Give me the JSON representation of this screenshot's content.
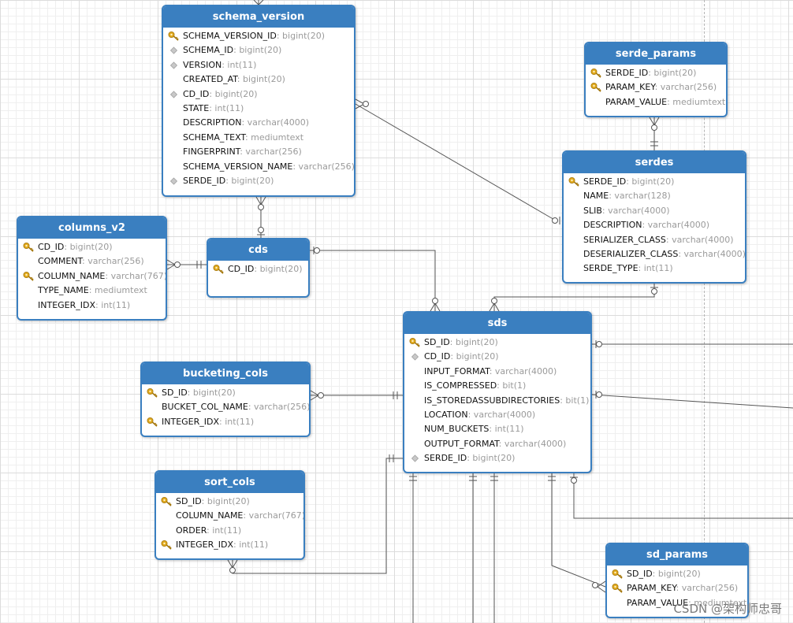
{
  "entities": [
    {
      "id": "schema_version",
      "title": "schema_version",
      "fields": [
        {
          "name": "SCHEMA_VERSION_ID",
          "type": ": bigint(20)",
          "icon": "key"
        },
        {
          "name": "SCHEMA_ID",
          "type": ": bigint(20)",
          "icon": "fk"
        },
        {
          "name": "VERSION",
          "type": ": int(11)",
          "icon": "fk"
        },
        {
          "name": "CREATED_AT",
          "type": ": bigint(20)",
          "icon": "none"
        },
        {
          "name": "CD_ID",
          "type": ": bigint(20)",
          "icon": "fk"
        },
        {
          "name": "STATE",
          "type": ": int(11)",
          "icon": "none"
        },
        {
          "name": "DESCRIPTION",
          "type": ": varchar(4000)",
          "icon": "none"
        },
        {
          "name": "SCHEMA_TEXT",
          "type": ": mediumtext",
          "icon": "none"
        },
        {
          "name": "FINGERPRINT",
          "type": ": varchar(256)",
          "icon": "none"
        },
        {
          "name": "SCHEMA_VERSION_NAME",
          "type": ": varchar(256)",
          "icon": "none"
        },
        {
          "name": "SERDE_ID",
          "type": ": bigint(20)",
          "icon": "fk"
        }
      ]
    },
    {
      "id": "serde_params",
      "title": "serde_params",
      "fields": [
        {
          "name": "SERDE_ID",
          "type": ": bigint(20)",
          "icon": "key"
        },
        {
          "name": "PARAM_KEY",
          "type": ": varchar(256)",
          "icon": "key"
        },
        {
          "name": "PARAM_VALUE",
          "type": ": mediumtext",
          "icon": "none"
        }
      ]
    },
    {
      "id": "serdes",
      "title": "serdes",
      "fields": [
        {
          "name": "SERDE_ID",
          "type": ": bigint(20)",
          "icon": "key"
        },
        {
          "name": "NAME",
          "type": ": varchar(128)",
          "icon": "none"
        },
        {
          "name": "SLIB",
          "type": ": varchar(4000)",
          "icon": "none"
        },
        {
          "name": "DESCRIPTION",
          "type": ": varchar(4000)",
          "icon": "none"
        },
        {
          "name": "SERIALIZER_CLASS",
          "type": ": varchar(4000)",
          "icon": "none"
        },
        {
          "name": "DESERIALIZER_CLASS",
          "type": ": varchar(4000)",
          "icon": "none"
        },
        {
          "name": "SERDE_TYPE",
          "type": ": int(11)",
          "icon": "none"
        }
      ]
    },
    {
      "id": "columns_v2",
      "title": "columns_v2",
      "fields": [
        {
          "name": "CD_ID",
          "type": ": bigint(20)",
          "icon": "key"
        },
        {
          "name": "COMMENT",
          "type": ": varchar(256)",
          "icon": "none"
        },
        {
          "name": "COLUMN_NAME",
          "type": ": varchar(767)",
          "icon": "key"
        },
        {
          "name": "TYPE_NAME",
          "type": ": mediumtext",
          "icon": "none"
        },
        {
          "name": "INTEGER_IDX",
          "type": ": int(11)",
          "icon": "none"
        }
      ]
    },
    {
      "id": "cds",
      "title": "cds",
      "fields": [
        {
          "name": "CD_ID",
          "type": ": bigint(20)",
          "icon": "key"
        }
      ]
    },
    {
      "id": "sds",
      "title": "sds",
      "fields": [
        {
          "name": "SD_ID",
          "type": ": bigint(20)",
          "icon": "key"
        },
        {
          "name": "CD_ID",
          "type": ": bigint(20)",
          "icon": "fk"
        },
        {
          "name": "INPUT_FORMAT",
          "type": ": varchar(4000)",
          "icon": "none"
        },
        {
          "name": "IS_COMPRESSED",
          "type": ": bit(1)",
          "icon": "none"
        },
        {
          "name": "IS_STOREDASSUBDIRECTORIES",
          "type": ": bit(1)",
          "icon": "none"
        },
        {
          "name": "LOCATION",
          "type": ": varchar(4000)",
          "icon": "none"
        },
        {
          "name": "NUM_BUCKETS",
          "type": ": int(11)",
          "icon": "none"
        },
        {
          "name": "OUTPUT_FORMAT",
          "type": ": varchar(4000)",
          "icon": "none"
        },
        {
          "name": "SERDE_ID",
          "type": ": bigint(20)",
          "icon": "fk"
        }
      ]
    },
    {
      "id": "bucketing_cols",
      "title": "bucketing_cols",
      "fields": [
        {
          "name": "SD_ID",
          "type": ": bigint(20)",
          "icon": "key"
        },
        {
          "name": "BUCKET_COL_NAME",
          "type": ": varchar(256)",
          "icon": "none"
        },
        {
          "name": "INTEGER_IDX",
          "type": ": int(11)",
          "icon": "key"
        }
      ]
    },
    {
      "id": "sort_cols",
      "title": "sort_cols",
      "fields": [
        {
          "name": "SD_ID",
          "type": ": bigint(20)",
          "icon": "key"
        },
        {
          "name": "COLUMN_NAME",
          "type": ": varchar(767)",
          "icon": "none"
        },
        {
          "name": "ORDER",
          "type": ": int(11)",
          "icon": "none"
        },
        {
          "name": "INTEGER_IDX",
          "type": ": int(11)",
          "icon": "key"
        }
      ]
    },
    {
      "id": "sd_params",
      "title": "sd_params",
      "fields": [
        {
          "name": "SD_ID",
          "type": ": bigint(20)",
          "icon": "key"
        },
        {
          "name": "PARAM_KEY",
          "type": ": varchar(256)",
          "icon": "key"
        },
        {
          "name": "PARAM_VALUE",
          "type": ": mediumtext",
          "icon": "none"
        }
      ]
    }
  ],
  "watermark": "CSDN @架构师忠哥",
  "colors": {
    "header": "#3a7fc0",
    "line": "#555555",
    "key": "#e0a81c",
    "fk": "#b8b8b8"
  }
}
